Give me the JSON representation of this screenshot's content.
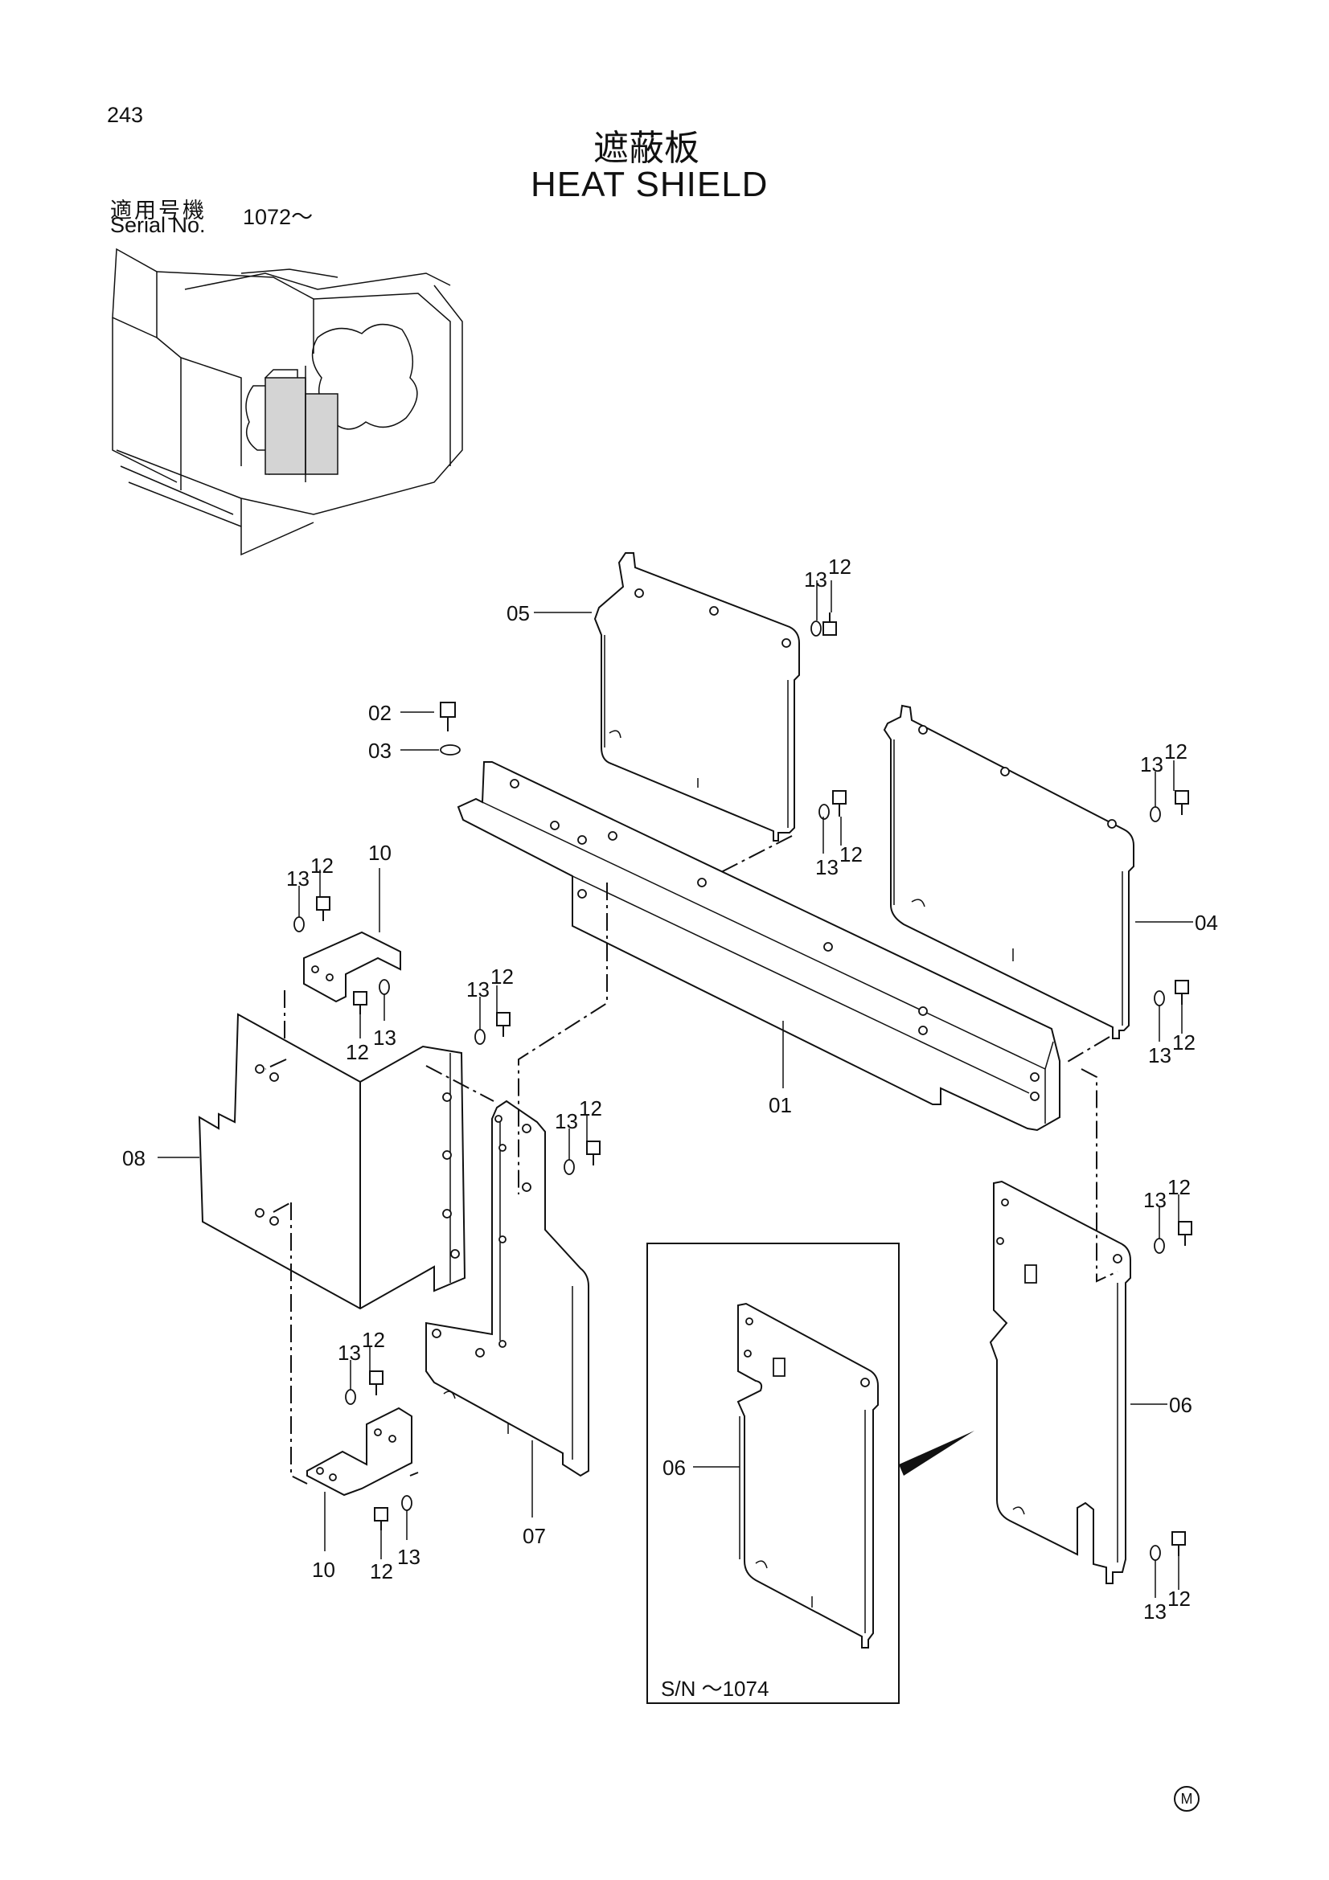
{
  "page_number": "243",
  "title_jp": "遮蔽板",
  "title_en": "HEAT SHIELD",
  "serial": {
    "label_jp": "適用号機",
    "label_en": "Serial No.",
    "range": "1072～"
  },
  "inset": {
    "label": "S/N ～1074"
  },
  "mark": "M",
  "parts": {
    "p01": "01",
    "p02": "02",
    "p03": "03",
    "p04": "04",
    "p05": "05",
    "p06a": "06",
    "p06b": "06",
    "p07": "07",
    "p08": "08",
    "p10a": "10",
    "p10b": "10",
    "f1_13": "13",
    "f1_12": "12",
    "f2_13": "13",
    "f2_12": "12",
    "f3_13": "13",
    "f3_12": "12",
    "f4_13": "13",
    "f4_12": "12",
    "f5_13": "13",
    "f5_12": "12",
    "f6_13": "13",
    "f6_12": "12",
    "f7_13": "13",
    "f7_12": "12",
    "f8_13": "13",
    "f8_12": "12",
    "f9_13": "13",
    "f9_12": "12",
    "f10_13": "13",
    "f10_12": "12",
    "f11_13": "13",
    "f11_12": "12",
    "f12_13": "13",
    "f12_12": "12"
  }
}
